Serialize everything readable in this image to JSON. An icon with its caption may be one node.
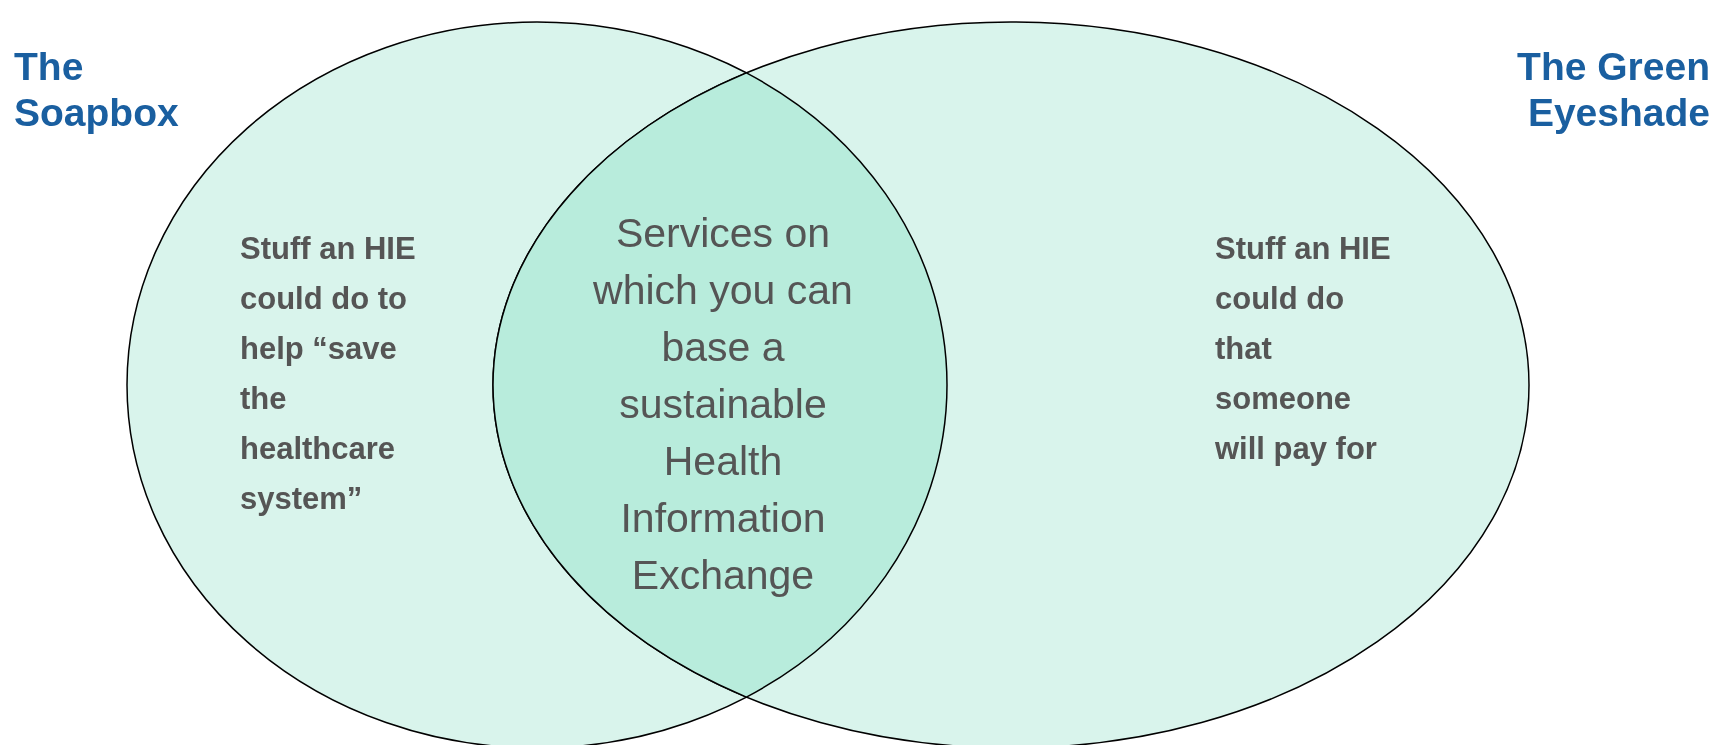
{
  "diagram": {
    "nodes": [
      {
        "text": [
          "The Soapbox",
          "Stuff an HIE could do to help “save the healthcare system”"
        ]
      },
      {
        "text": [
          "The Green Eyeshade",
          "Stuff an HIE could do that someone will pay for"
        ]
      },
      {
        "text": [
          "Services on which you can base a sustainable Health Information Exchange"
        ]
      }
    ],
    "edges": []
  }
}
